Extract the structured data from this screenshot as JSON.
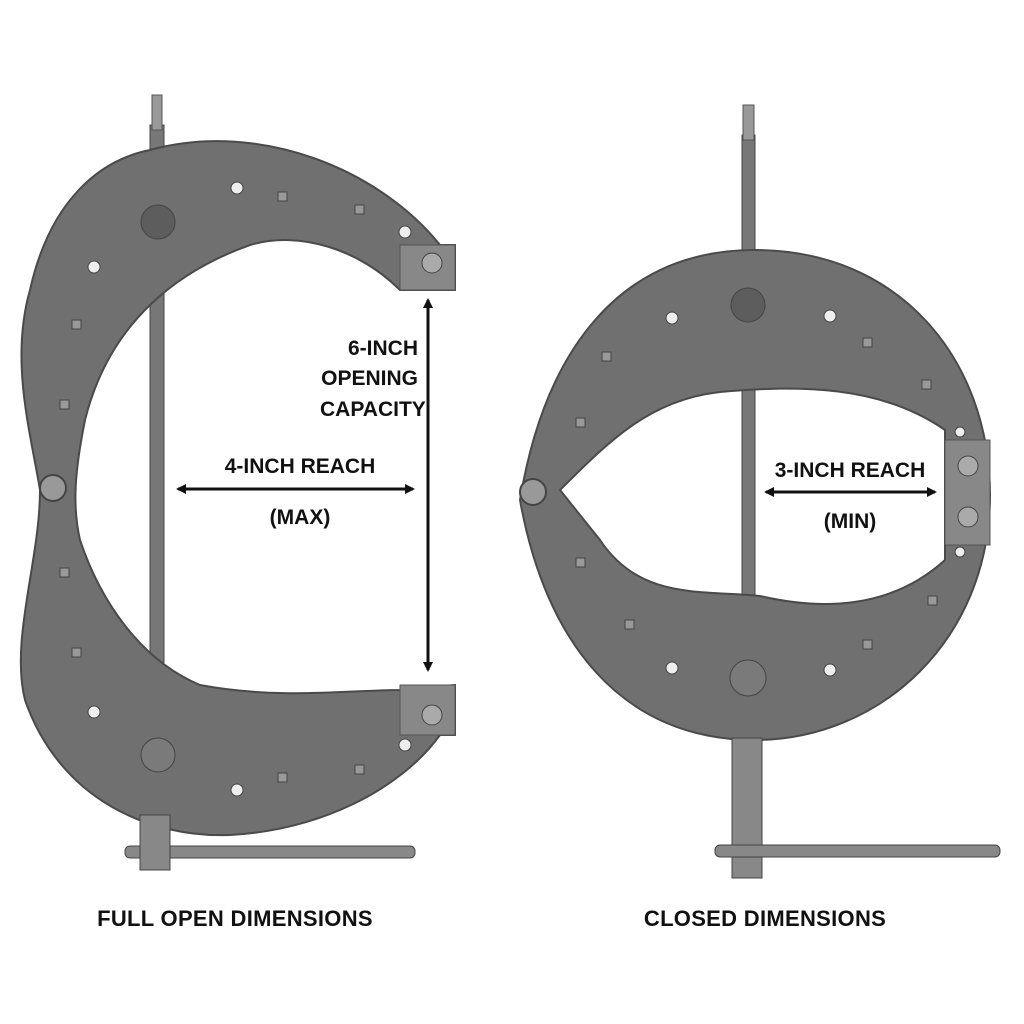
{
  "left_clamp": {
    "opening_lines": [
      "6-INCH",
      "OPENING",
      "CAPACITY"
    ],
    "reach_label": "4-INCH REACH",
    "reach_qualifier": "(MAX)",
    "caption": "FULL OPEN DIMENSIONS"
  },
  "right_clamp": {
    "reach_label": "3-INCH REACH",
    "reach_qualifier": "(MIN)",
    "caption": "CLOSED DIMENSIONS"
  },
  "colors": {
    "metal": "#707070",
    "metal_edge": "#4a4a4a",
    "arrow": "#111111"
  }
}
